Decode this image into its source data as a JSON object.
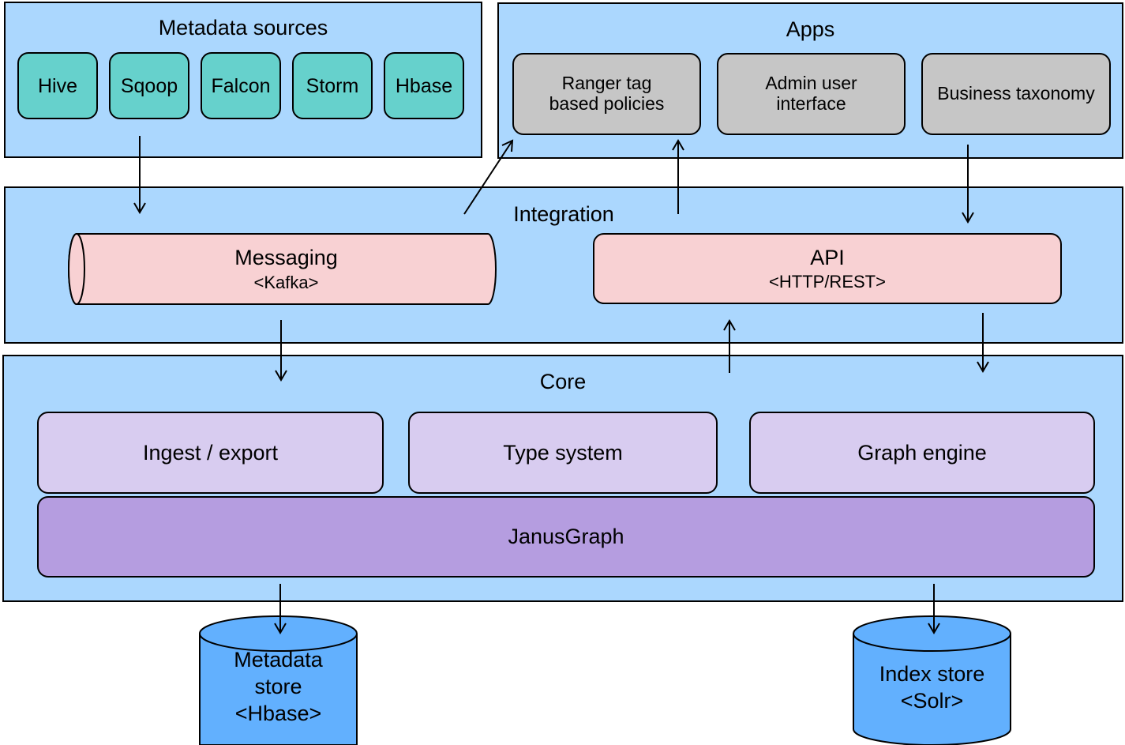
{
  "metadata_sources": {
    "title": "Metadata sources",
    "items": [
      "Hive",
      "Sqoop",
      "Falcon",
      "Storm",
      "Hbase"
    ]
  },
  "apps": {
    "title": "Apps",
    "items": [
      {
        "line1": "Ranger tag",
        "line2": "based policies"
      },
      {
        "line1": "Admin user",
        "line2": "interface"
      },
      {
        "line1": "Business taxonomy",
        "line2": ""
      }
    ]
  },
  "integration": {
    "title": "Integration",
    "messaging": {
      "name": "Messaging",
      "tech": "<Kafka>"
    },
    "api": {
      "name": "API",
      "tech": "<HTTP/REST>"
    }
  },
  "core": {
    "title": "Core",
    "modules": [
      "Ingest / export",
      "Type system",
      "Graph engine"
    ],
    "graph_db": "JanusGraph"
  },
  "stores": {
    "metadata": {
      "line1": "Metadata",
      "line2": "store",
      "line3": "<Hbase>"
    },
    "index": {
      "line1": "Index store",
      "line2": "<Solr>"
    }
  },
  "colors": {
    "panel": "#abd7fe",
    "source_box": "#66d1cc",
    "app_box": "#c6c6c6",
    "integration_box": "#f8d1d3",
    "core_box": "#d8ccf0",
    "graph_box": "#b59de0",
    "store": "#62b0fe"
  }
}
